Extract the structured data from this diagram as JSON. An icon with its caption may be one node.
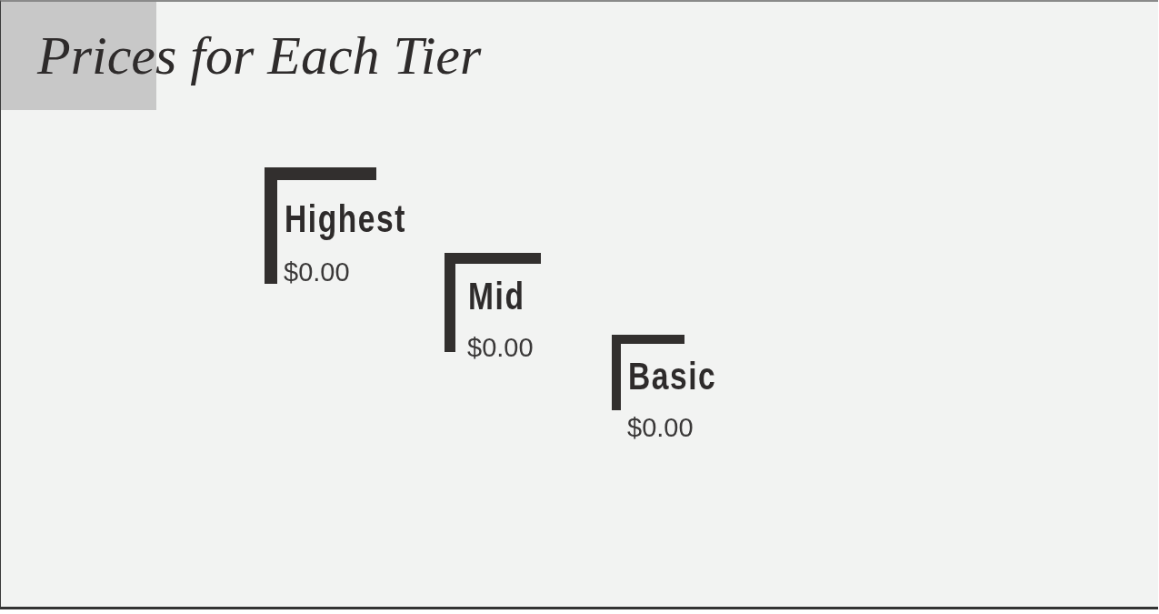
{
  "diagram": {
    "title": "Prices for Each Tier",
    "nodes": [
      {
        "text": [
          "Highest",
          "$0.00"
        ]
      },
      {
        "text": [
          "Mid",
          "$0.00"
        ]
      },
      {
        "text": [
          "Basic",
          "$0.00"
        ]
      }
    ]
  }
}
